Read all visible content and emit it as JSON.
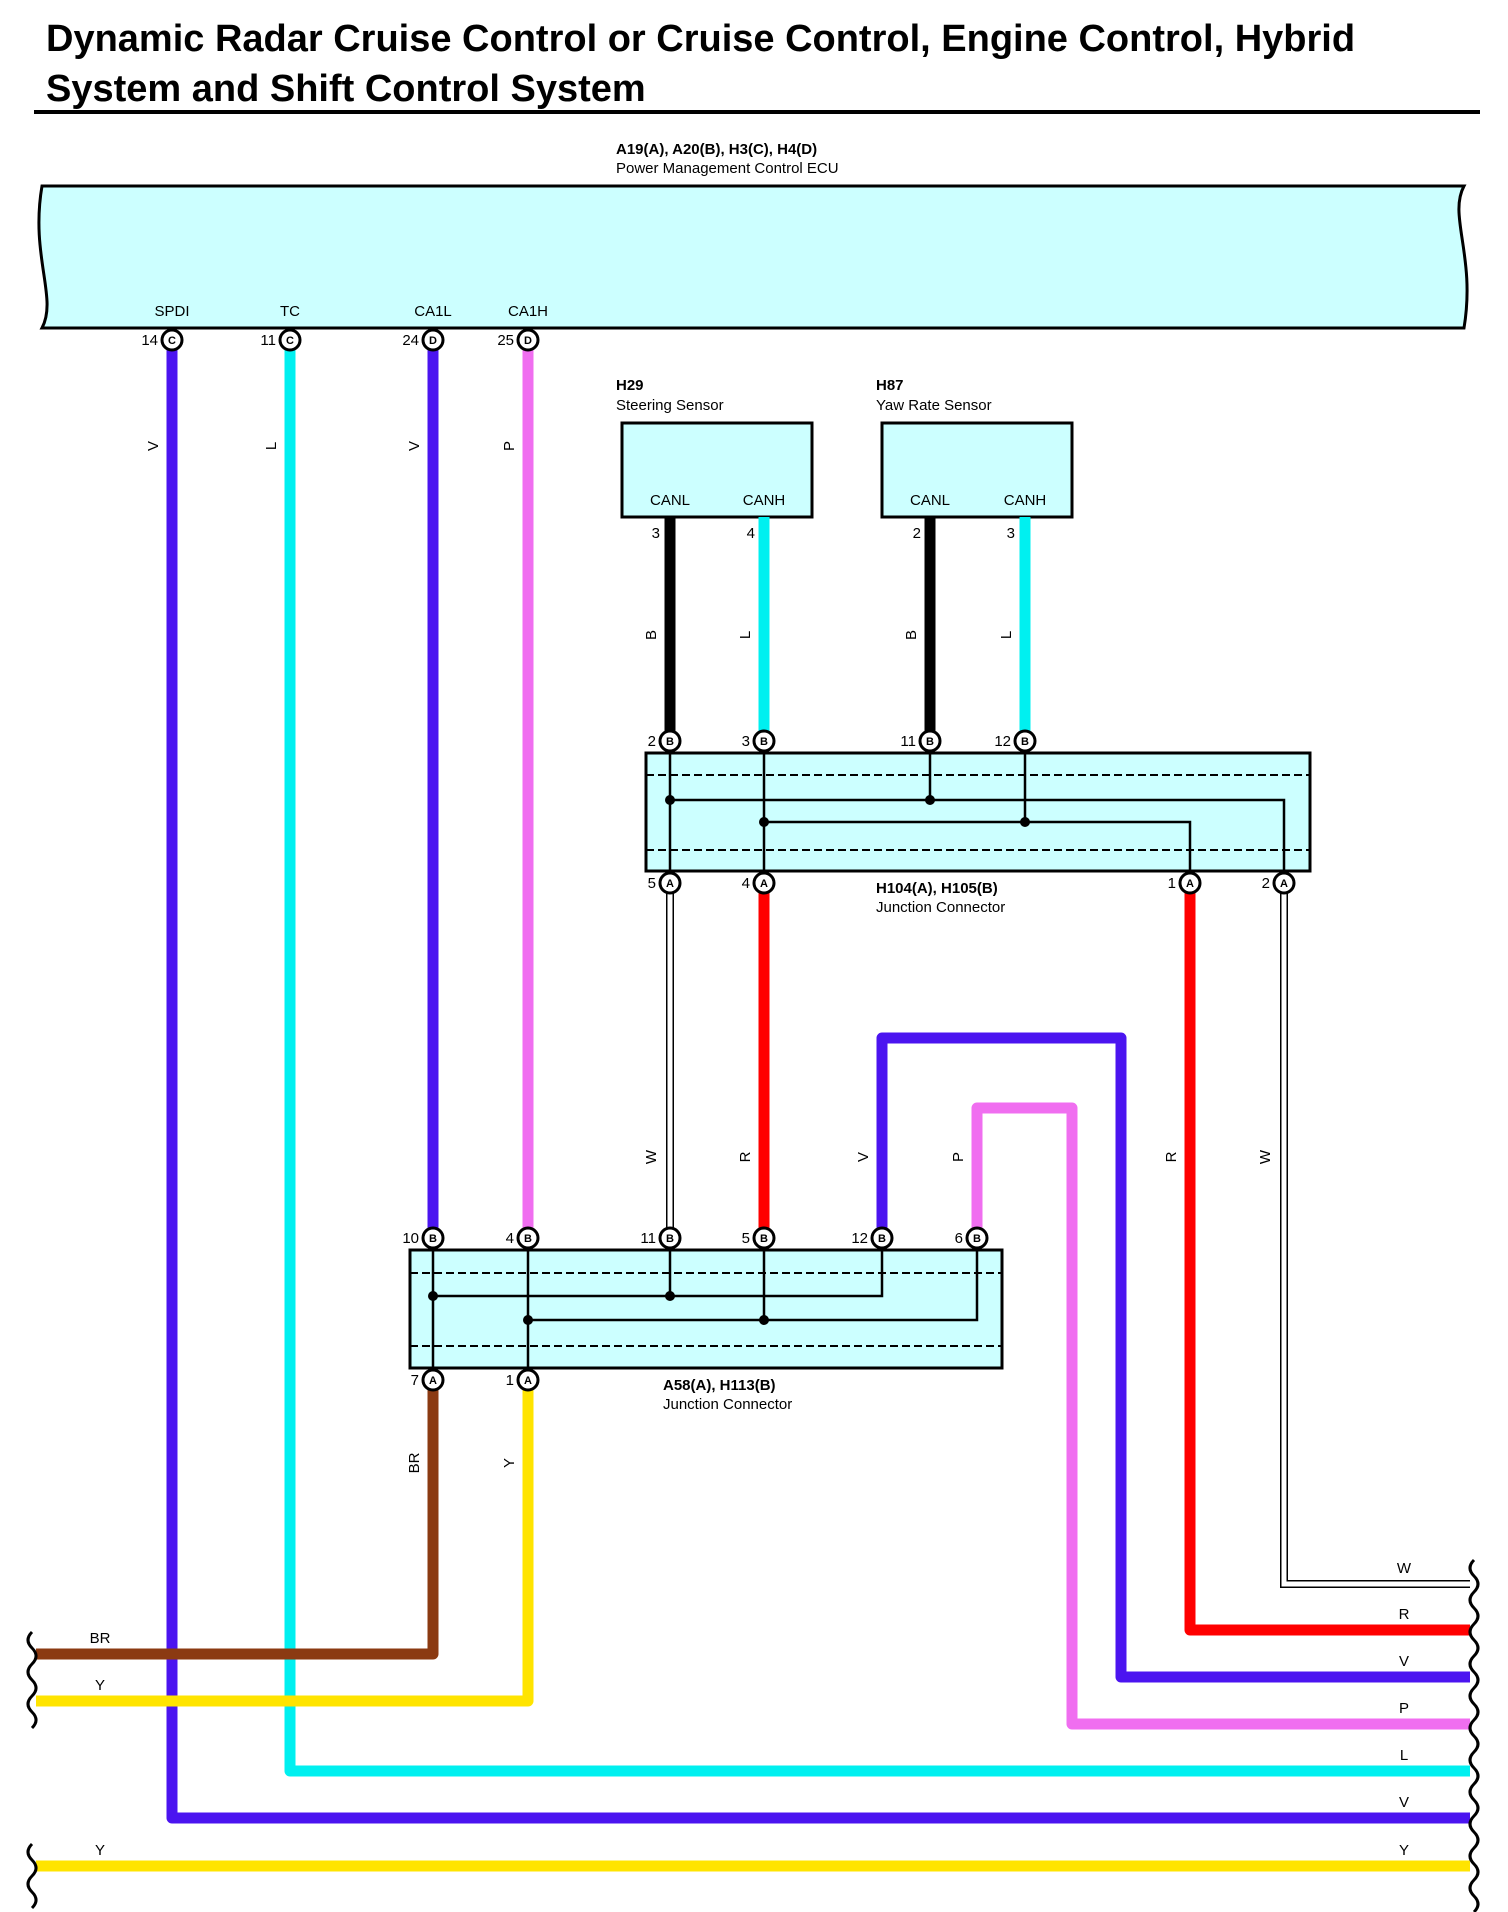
{
  "title": {
    "line1": "Dynamic Radar Cruise Control or Cruise Control, Engine Control, Hybrid",
    "line2": "System and Shift Control System"
  },
  "ecu": {
    "id": "A19(A), A20(B), H3(C), H4(D)",
    "name": "Power Management Control ECU",
    "pins": [
      {
        "sig": "SPDI",
        "num": "14",
        "conn": "C",
        "color": "V"
      },
      {
        "sig": "TC",
        "num": "11",
        "conn": "C",
        "color": "L"
      },
      {
        "sig": "CA1L",
        "num": "24",
        "conn": "D",
        "color": "V"
      },
      {
        "sig": "CA1H",
        "num": "25",
        "conn": "D",
        "color": "P"
      }
    ]
  },
  "steering_sensor": {
    "id": "H29",
    "name": "Steering Sensor",
    "pins": [
      {
        "sig": "CANL",
        "num": "3",
        "color": "B"
      },
      {
        "sig": "CANH",
        "num": "4",
        "color": "L"
      }
    ]
  },
  "yaw_sensor": {
    "id": "H87",
    "name": "Yaw Rate Sensor",
    "pins": [
      {
        "sig": "CANL",
        "num": "2",
        "color": "B"
      },
      {
        "sig": "CANH",
        "num": "3",
        "color": "L"
      }
    ]
  },
  "junction1": {
    "id": "H104(A), H105(B)",
    "name": "Junction Connector",
    "top_pins": [
      {
        "num": "2",
        "conn": "B"
      },
      {
        "num": "3",
        "conn": "B"
      },
      {
        "num": "11",
        "conn": "B"
      },
      {
        "num": "12",
        "conn": "B"
      }
    ],
    "bottom_pins": [
      {
        "num": "5",
        "conn": "A",
        "color": "W"
      },
      {
        "num": "4",
        "conn": "A",
        "color": "R"
      },
      {
        "num": "1",
        "conn": "A",
        "color": "R"
      },
      {
        "num": "2",
        "conn": "A",
        "color": "W"
      }
    ]
  },
  "junction2": {
    "id": "A58(A), H113(B)",
    "name": "Junction Connector",
    "top_pins": [
      {
        "num": "10",
        "conn": "B"
      },
      {
        "num": "4",
        "conn": "B"
      },
      {
        "num": "11",
        "conn": "B"
      },
      {
        "num": "5",
        "conn": "B"
      },
      {
        "num": "12",
        "conn": "B",
        "color": "V"
      },
      {
        "num": "6",
        "conn": "B",
        "color": "P"
      }
    ],
    "bottom_pins": [
      {
        "num": "7",
        "conn": "A",
        "color": "BR"
      },
      {
        "num": "1",
        "conn": "A",
        "color": "Y"
      }
    ]
  },
  "right_exits": [
    "W",
    "R",
    "V",
    "P",
    "L",
    "V",
    "Y"
  ],
  "left_exits": [
    "BR",
    "Y",
    "Y"
  ],
  "wire_colors": {
    "V": "#4b14f0",
    "L": "#00f0f0",
    "P": "#f06ef0",
    "B": "#000000",
    "R": "#ff0000",
    "W": "#ffffff",
    "BR": "#8b3a12",
    "Y": "#ffe400"
  },
  "box_fill": "#ccffff"
}
